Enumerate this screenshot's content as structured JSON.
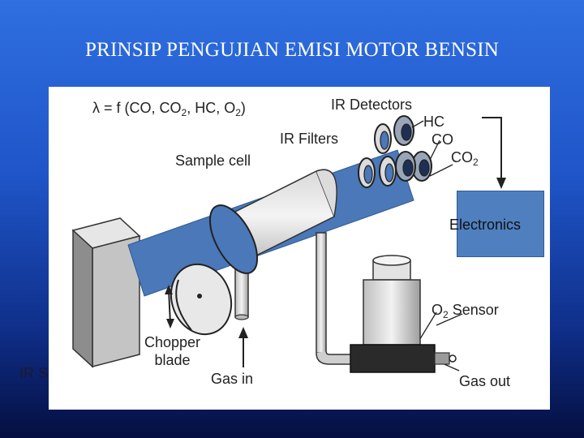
{
  "slide": {
    "title": "PRINSIP PENGUJIAN EMISI MOTOR BENSIN",
    "side_text": "IR S"
  },
  "diagram": {
    "formula": {
      "lambda": "λ",
      "text1": " = f (CO, CO",
      "sub1": "2",
      "text2": ", HC, O",
      "sub2": "2",
      "text3": ")"
    },
    "ir_detectors": "IR Detectors",
    "ir_filters": "IR Filters",
    "sample_cell": "Sample cell",
    "hc": "HC",
    "co": "CO",
    "co2": {
      "text": "CO",
      "sub": "2"
    },
    "electronics": "Electronics",
    "o2_sensor": {
      "text": "O",
      "sub": "2",
      "suffix": " Sensor"
    },
    "chopper_blade": {
      "line1": "Chopper",
      "line2": "blade"
    },
    "gas_in": "Gas in",
    "gas_out": "Gas out"
  },
  "colors": {
    "beam_blue": "#4a78b8",
    "electronics_blue": "#4f7fbf",
    "panel_bg": "#ffffff",
    "background_top": "#2f6fe0",
    "background_bottom": "#050f40"
  }
}
